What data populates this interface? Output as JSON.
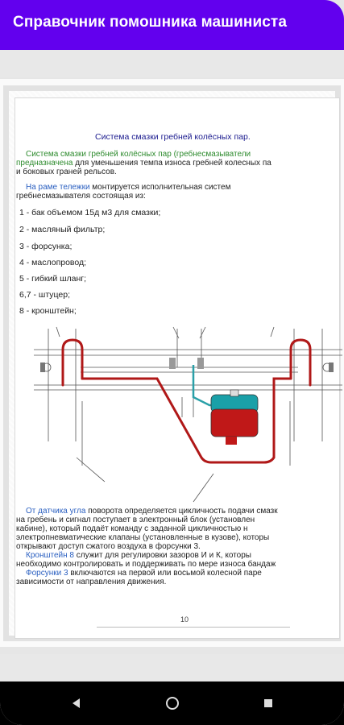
{
  "app": {
    "title": "Справочник помошника машиниста"
  },
  "document": {
    "title": "Система смазки гребней колёсных пар.",
    "intro_line1_green": "Система смазки гребней колёсных пар (гребнесмазыватели",
    "intro_line2_green": "предназначена",
    "intro_line2_rest": " для уменьшения темпа износа гребней колесных па",
    "intro_line3": "и боковых граней рельсов.",
    "mount_line1_blue": "На раме тележки",
    "mount_line1_rest": " монтируется исполнительная систем",
    "mount_line2": "гребнесмазывателя состоящая из:",
    "parts": [
      "1 - бак объемом 15д м3 для смазки;",
      "2 - масляный фильтр;",
      "3 - форсунка;",
      "4 - маслопровод;",
      "5 - гибкий шланг;",
      "6,7 - штуцер;",
      "8 - кронштейн;"
    ],
    "bottom": {
      "l1_blue": "От датчика угла",
      "l1_rest": " поворота определяется цикличность подачи смазк",
      "l2": "на гребень и сигнал поступает в электронный блок (установлен",
      "l3": "кабине), который подаёт команду с заданной цикличностью н",
      "l4": "электропневматические клапаны (установленные в кузове), которы",
      "l5": "открывают доступ сжатого воздуха в форсунки 3.",
      "l6_blue": "Кронштейн 8",
      "l6_rest": " служит для регулировки зазоров И и К, которы",
      "l7": "необходимо контролировать и поддерживать по мере износа бандаж",
      "l8_blue": "Форсунки 3",
      "l8_rest": " включаются на первой или восьмой колесной паре",
      "l9": "зависимости от направления движения."
    },
    "page_number": "10"
  },
  "colors": {
    "appbar": "#6200ee",
    "pipe": "#b01818",
    "tank_top": "#1aa0a8",
    "tank_bottom": "#c01818"
  },
  "nav": {
    "back": "back-icon",
    "home": "home-icon",
    "recents": "recents-icon"
  }
}
